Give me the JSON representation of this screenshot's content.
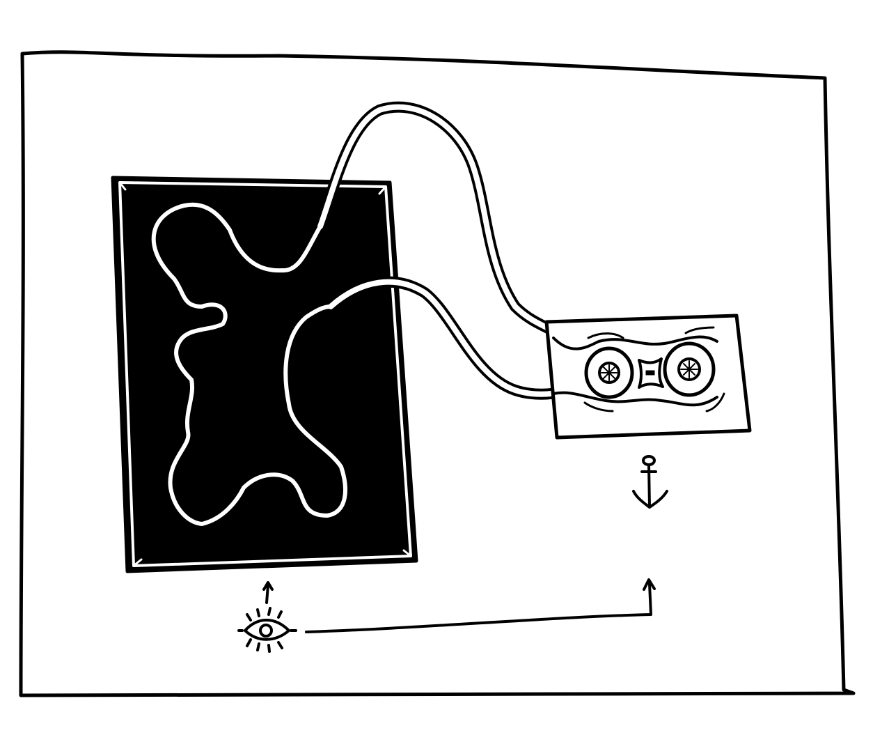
{
  "illustration": {
    "colors": {
      "ink": "#000000",
      "paper": "#ffffff"
    },
    "icons": [
      "frame",
      "black-panel",
      "squiggle-cable",
      "cassette-tape-icon",
      "anchor-icon",
      "eye-icon",
      "arrow-up-icon",
      "connector-arrow"
    ]
  }
}
